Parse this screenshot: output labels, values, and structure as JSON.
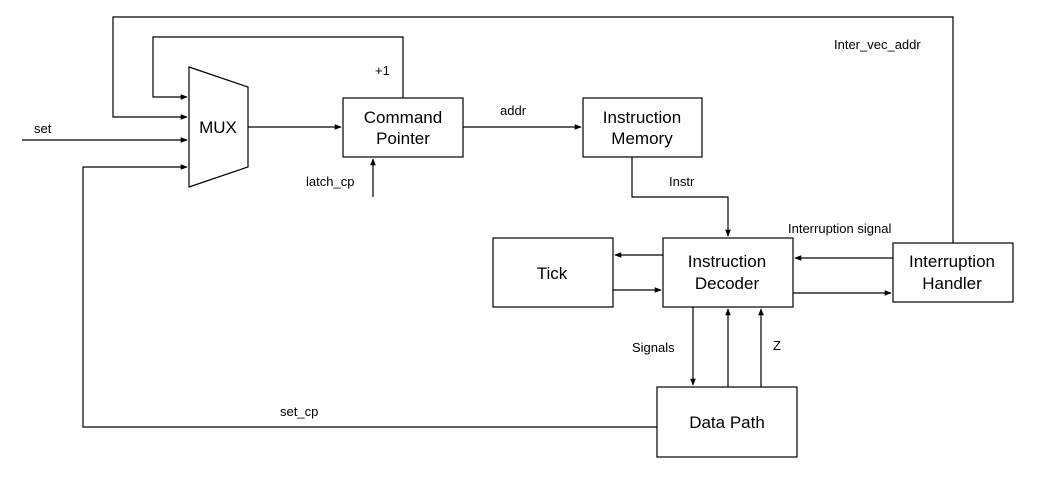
{
  "diagram": {
    "stroke_color": "#000000",
    "background": "#ffffff",
    "blocks": {
      "mux": "MUX",
      "command_pointer": [
        "Command",
        "Pointer"
      ],
      "instruction_memory": [
        "Instruction",
        "Memory"
      ],
      "tick": "Tick",
      "instruction_decoder": [
        "Instruction",
        "Decoder"
      ],
      "interruption_handler": [
        "Interruption",
        "Handler"
      ],
      "data_path": "Data Path"
    },
    "labels": {
      "set": "set",
      "plus_one": "+1",
      "addr": "addr",
      "latch_cp": "latch_cp",
      "instr": "Instr",
      "inter_vec_addr": "Inter_vec_addr",
      "interruption_signal": "Interruption signal",
      "signals": "Signals",
      "z": "Z",
      "set_cp": "set_cp"
    }
  }
}
